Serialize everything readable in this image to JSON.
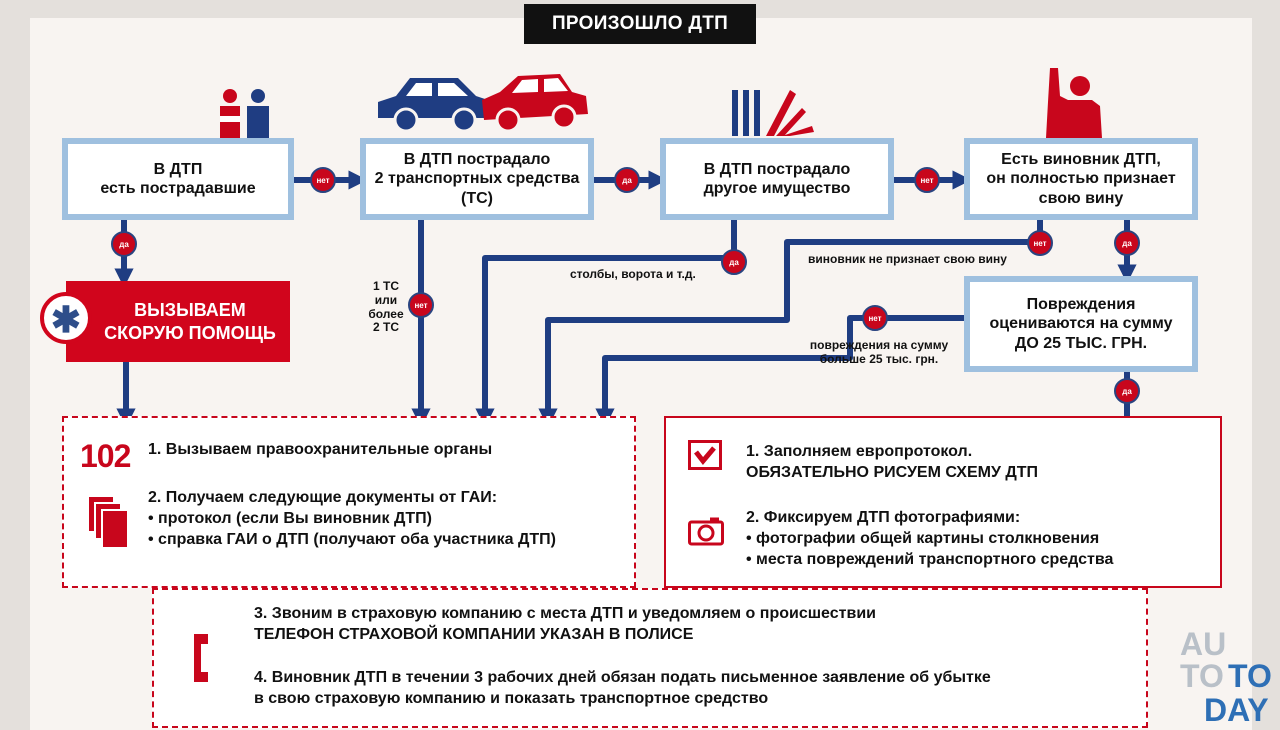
{
  "title": "ПРОИЗОШЛО ДТП",
  "boxes": {
    "b1": "В ДТП\nесть пострадавшие",
    "b2": "В ДТП пострадало\n2 транспортных средства\n(ТС)",
    "b3": "В ДТП пострадало\nдругое имущество",
    "b4": "Есть виновник ДТП,\nон полностью признает\nсвою вину",
    "b5": "Повреждения\nоцениваются на сумму\nДО 25 ТЫС. ГРН.",
    "ambulance": "ВЫЗЫВАЕМ\nСКОРУЮ ПОМОЩЬ"
  },
  "badges": {
    "yes": "да",
    "no": "нет"
  },
  "labels": {
    "one_or_more": "1 ТС\nили\nболее\n2 ТС",
    "poles": "столбы, ворота и т.д.",
    "not_admit": "виновник не признает свою вину",
    "over_25k": "повреждения на сумму\nбольше 25 тыс. грн."
  },
  "left_panel": {
    "code": "102",
    "item1": "1. Вызываем правоохранительные органы",
    "item2": "2.  Получаем следующие документы от ГАИ:\n• протокол (если Вы виновник ДТП)\n• справка ГАИ о ДТП (получают оба участника ДТП)"
  },
  "right_panel": {
    "item1": "1. Заполняем европротокол.\nОБЯЗАТЕЛЬНО РИСУЕМ СХЕМУ ДТП",
    "item2": "2. Фиксируем ДТП фотографиями:\n• фотографии общей картины столкновения\n• места повреждений транспортного средства"
  },
  "bottom_panel": {
    "item3": "3. Звоним в страховую компанию с места ДТП и уведомляем о происшествии\nТЕЛЕФОН СТРАХОВОЙ КОМПАНИИ УКАЗАН В ПОЛИСЕ",
    "item4": "4. Виновник ДТП в течении 3 рабочих дней обязан подать письменное заявление об убытке\nв свою страховую компанию и показать транспортное средство"
  },
  "watermark": {
    "l1": "AU",
    "l2a": "TO",
    "l2b": "TO",
    "l3": "DAY"
  },
  "colors": {
    "red": "#c8061c",
    "navy": "#1f3d82",
    "box_border": "#9fc0df"
  },
  "icons": [
    "people-icon",
    "cars-icon",
    "property-damage-icon",
    "raised-hand-icon",
    "ambulance-star-icon",
    "documents-icon",
    "checkmark-icon",
    "camera-icon",
    "phone-icon"
  ]
}
